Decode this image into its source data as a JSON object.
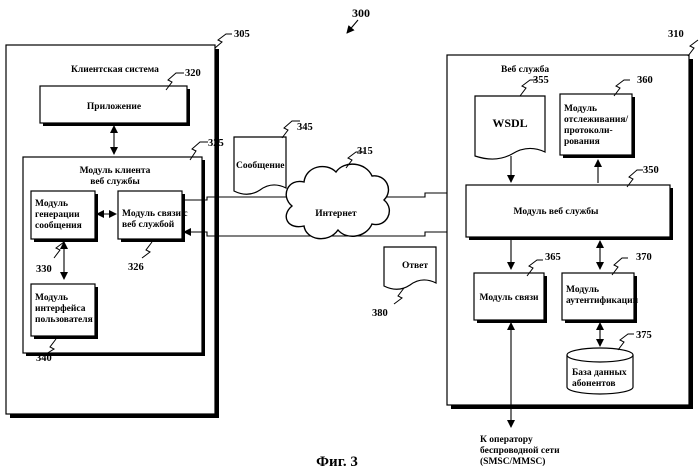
{
  "figure": {
    "caption": "Фиг. 3",
    "number": "300"
  },
  "client_system": {
    "title": "Клиентская система",
    "ref": "305",
    "application": {
      "label": "Приложение",
      "ref": "320"
    },
    "client_module": {
      "line1": "Модуль клиента",
      "line2": "веб службы",
      "ref": "325"
    },
    "generation_module": {
      "line1": "Модуль",
      "line2": "генерации",
      "line3": "сообщения",
      "ref": "330"
    },
    "comm_ws_module": {
      "line1": "Модуль связи с",
      "line2": "веб службой",
      "ref": "326"
    },
    "ui_module": {
      "line1": "Модуль",
      "line2": "интерфейса",
      "line3": "пользователя",
      "ref": "340"
    }
  },
  "network": {
    "message": {
      "label": "Сообщение",
      "ref": "345"
    },
    "internet": {
      "label": "Интернет",
      "ref": "315"
    },
    "response": {
      "label": "Ответ",
      "ref": "380"
    }
  },
  "web_service": {
    "title": "Веб служба",
    "ref": "310",
    "wsdl": {
      "label": "WSDL",
      "ref": "355"
    },
    "tracking_module": {
      "line1": "Модуль",
      "line2": "отслеживания/",
      "line3": "протоколи-",
      "line4": "рования",
      "ref": "360"
    },
    "ws_module": {
      "label": "Модуль веб службы",
      "ref": "350"
    },
    "comm_module": {
      "label": "Модуль связи",
      "ref": "365"
    },
    "auth_module": {
      "line1": "Модуль",
      "line2": "аутентификации",
      "ref": "370"
    },
    "subscriber_db": {
      "line1": "База данных",
      "line2": "абонентов",
      "ref": "375"
    }
  },
  "operator": {
    "line1": "К оператору",
    "line2": "беспроводной сети",
    "line3": "(SMSC/MMSC)"
  }
}
